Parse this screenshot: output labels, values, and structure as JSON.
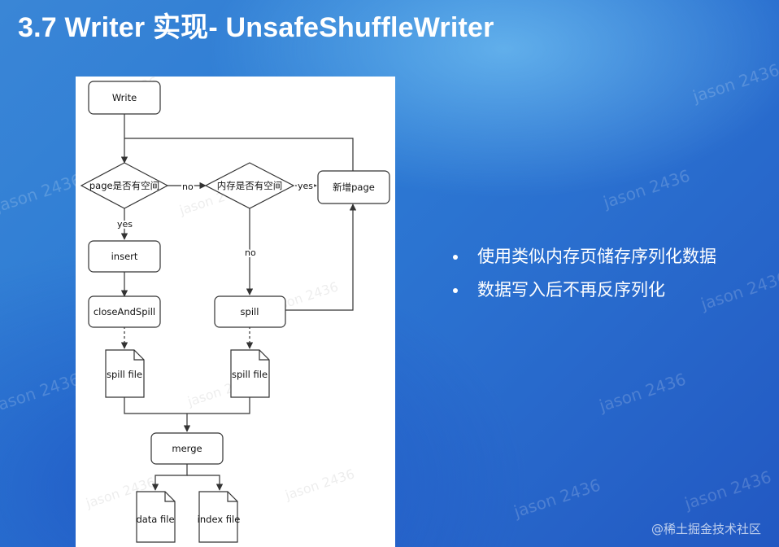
{
  "slide": {
    "title": "3.7 Writer 实现- UnsafeShuffleWriter"
  },
  "watermark_text": "jason 2436",
  "diagram": {
    "nodes": {
      "write": "Write",
      "page_check": "page是否有空间",
      "memory_check": "内存是否有空间",
      "new_page": "新增page",
      "insert": "insert",
      "close_and_spill": "closeAndSpill",
      "spill": "spill",
      "spill_file_left": "spill file",
      "spill_file_right": "spill file",
      "merge": "merge",
      "data_file": "data file",
      "index_file": "index file"
    },
    "edge_labels": {
      "page_no": "no",
      "page_yes": "yes",
      "memory_yes": "yes",
      "memory_no": "no"
    }
  },
  "bullets": [
    {
      "text": "使用类似内存页储存序列化数据"
    },
    {
      "text": "数据写入后不再反序列化"
    }
  ],
  "credit": "@稀土掘金技术社区",
  "colors": {
    "background": "#2d7bd4",
    "panel": "#ffffff",
    "text": "#ffffff",
    "stroke": "#333333"
  }
}
